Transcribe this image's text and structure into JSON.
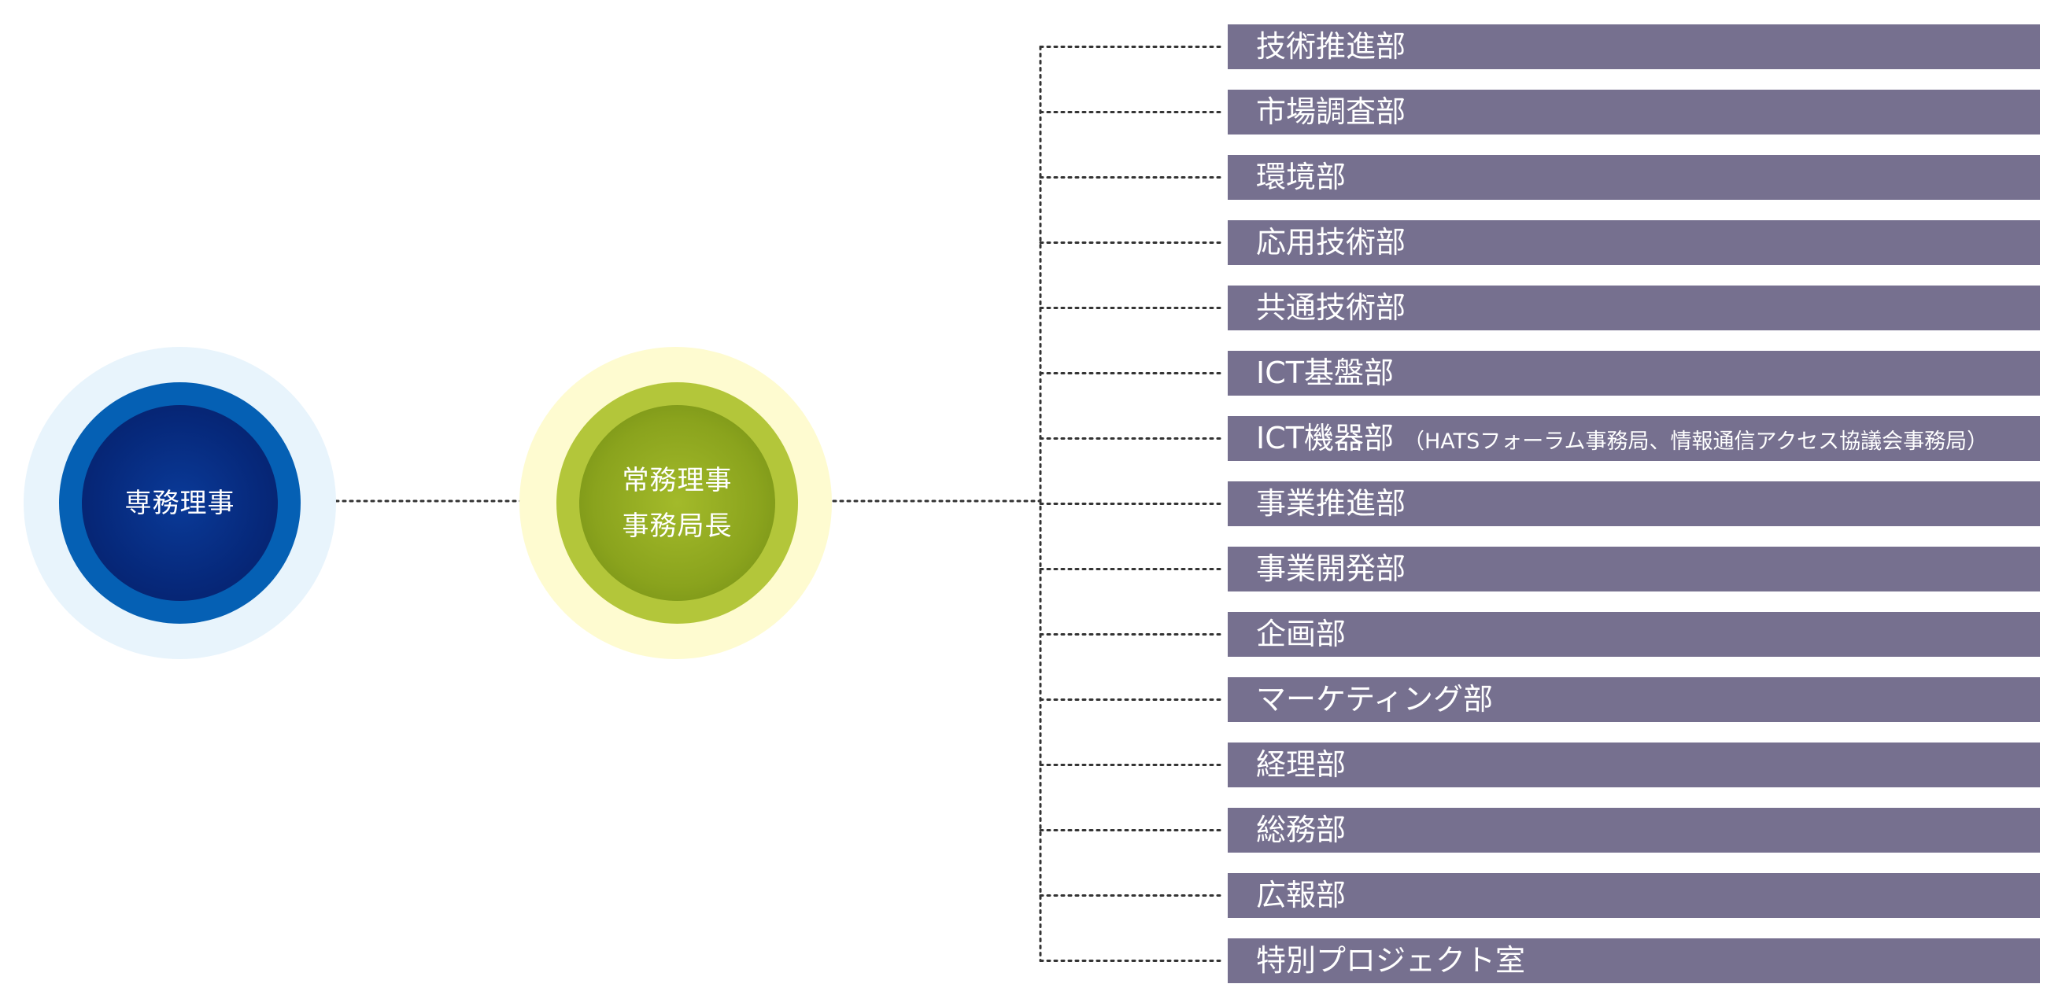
{
  "nodes": {
    "executive_director": {
      "lines": [
        "専務理事"
      ]
    },
    "managing_director": {
      "lines": [
        "常務理事",
        "事務局長"
      ]
    }
  },
  "departments": [
    {
      "label": "技術推進部",
      "note": ""
    },
    {
      "label": "市場調査部",
      "note": ""
    },
    {
      "label": "環境部",
      "note": ""
    },
    {
      "label": "応用技術部",
      "note": ""
    },
    {
      "label": "共通技術部",
      "note": ""
    },
    {
      "label": "ICT基盤部",
      "note": ""
    },
    {
      "label": "ICT機器部",
      "note": "（HATSフォーラム事務局、情報通信アクセス協議会事務局）"
    },
    {
      "label": "事業推進部",
      "note": ""
    },
    {
      "label": "事業開発部",
      "note": ""
    },
    {
      "label": "企画部",
      "note": ""
    },
    {
      "label": "マーケティング部",
      "note": ""
    },
    {
      "label": "経理部",
      "note": ""
    },
    {
      "label": "総務部",
      "note": ""
    },
    {
      "label": "広報部",
      "note": ""
    },
    {
      "label": "特別プロジェクト室",
      "note": ""
    }
  ],
  "colors": {
    "department_box": "#76708f",
    "connector": "#333333",
    "executive_ring": "#0560b4",
    "managing_ring": "#b3c63a"
  }
}
